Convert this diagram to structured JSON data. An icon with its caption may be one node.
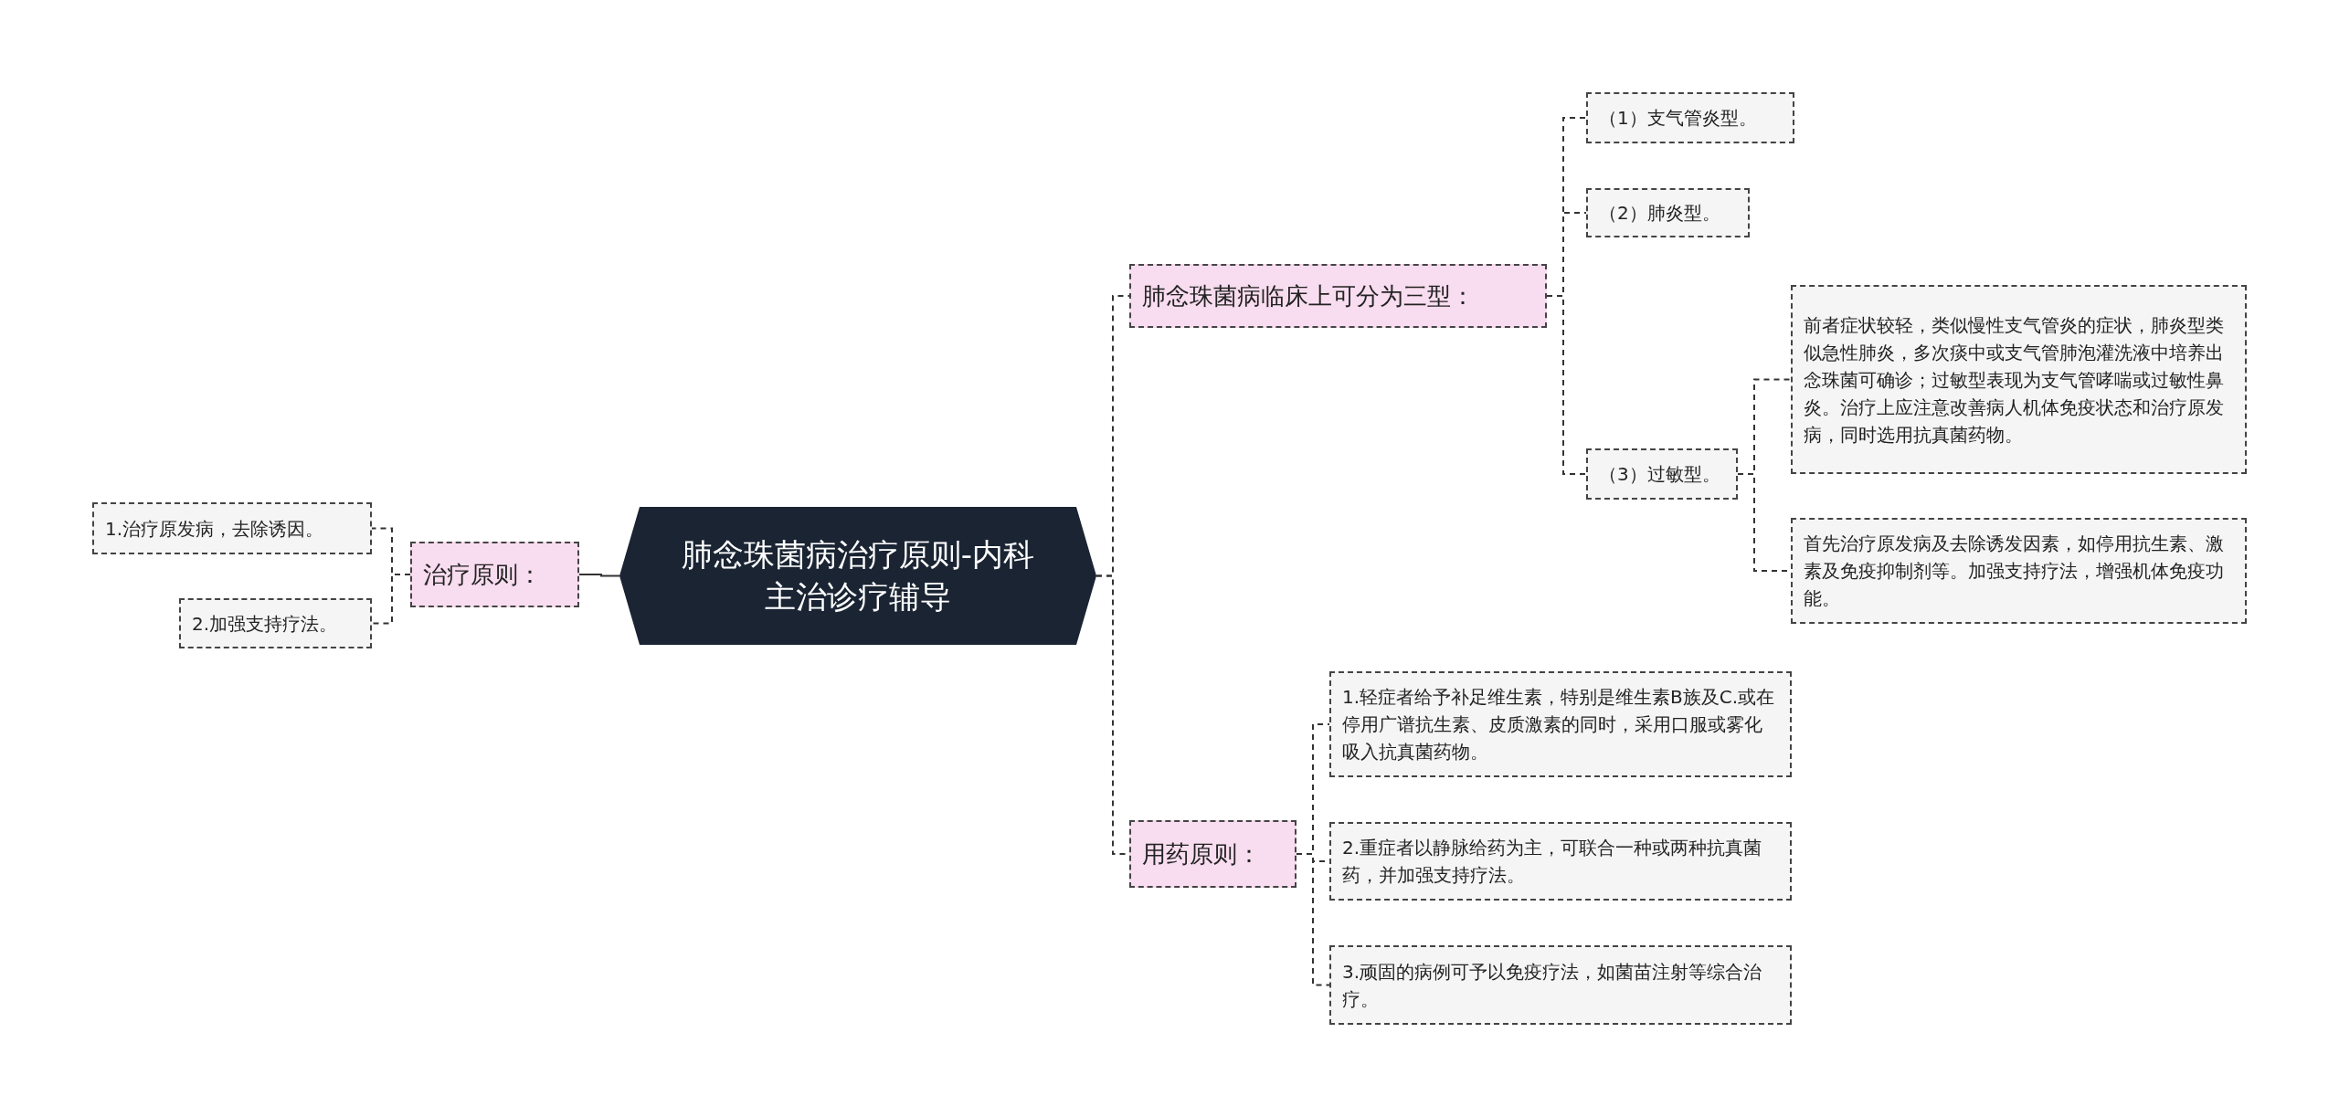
{
  "diagram": {
    "nodes": [
      {
        "text": [
          "肺念珠菌病治疗原则-内科主治诊疗辅导"
        ]
      },
      {
        "text": [
          "治疗原则："
        ]
      },
      {
        "text": [
          "1.治疗原发病，去除诱因。"
        ]
      },
      {
        "text": [
          "2.加强支持疗法。"
        ]
      },
      {
        "text": [
          "肺念珠菌病临床上可分为三型："
        ]
      },
      {
        "text": [
          "（1）支气管炎型。"
        ]
      },
      {
        "text": [
          "（2）肺炎型。"
        ]
      },
      {
        "text": [
          "（3）过敏型。"
        ]
      },
      {
        "text": [
          "前者症状较轻，类似慢性支气管炎的症状，肺炎型类似急性肺炎，多次痰中或支气管肺泡灌洗液中培养出念珠菌可确诊；过敏型表现为支气管哮喘或过敏性鼻炎。治疗上应注意改善病人机体免疫状态和治疗原发病，同时选用抗真菌药物。"
        ]
      },
      {
        "text": [
          "首先治疗原发病及去除诱发因素，如停用抗生素、激素及免疫抑制剂等。加强支持疗法，增强机体免疫功能。"
        ]
      },
      {
        "text": [
          "用药原则："
        ]
      },
      {
        "text": [
          "1.轻症者给予补足维生素，特别是维生素B族及C.或在停用广谱抗生素、皮质激素的同时，采用口服或雾化吸入抗真菌药物。"
        ]
      },
      {
        "text": [
          "2.重症者以静脉给药为主，可联合一种或两种抗真菌药，并加强支持疗法。"
        ]
      },
      {
        "text": [
          "3.顽固的病例可予以免疫疗法，如菌苗注射等综合治疗。"
        ]
      }
    ],
    "edges": [
      {
        "from": 0,
        "to": 1,
        "arrow": "none"
      },
      {
        "from": 1,
        "to": 2,
        "arrow": "none",
        "style": "dashed"
      },
      {
        "from": 1,
        "to": 3,
        "arrow": "none",
        "style": "dashed"
      },
      {
        "from": 0,
        "to": 4,
        "arrow": "none",
        "style": "dashed"
      },
      {
        "from": 4,
        "to": 5,
        "arrow": "none",
        "style": "dashed"
      },
      {
        "from": 4,
        "to": 6,
        "arrow": "none",
        "style": "dashed"
      },
      {
        "from": 4,
        "to": 7,
        "arrow": "none",
        "style": "dashed"
      },
      {
        "from": 7,
        "to": 8,
        "arrow": "none",
        "style": "dashed"
      },
      {
        "from": 7,
        "to": 9,
        "arrow": "none",
        "style": "dashed"
      },
      {
        "from": 0,
        "to": 10,
        "arrow": "none",
        "style": "dashed"
      },
      {
        "from": 10,
        "to": 11,
        "arrow": "none",
        "style": "dashed"
      },
      {
        "from": 10,
        "to": 12,
        "arrow": "none",
        "style": "dashed"
      },
      {
        "from": 10,
        "to": 13,
        "arrow": "none",
        "style": "dashed"
      }
    ]
  }
}
